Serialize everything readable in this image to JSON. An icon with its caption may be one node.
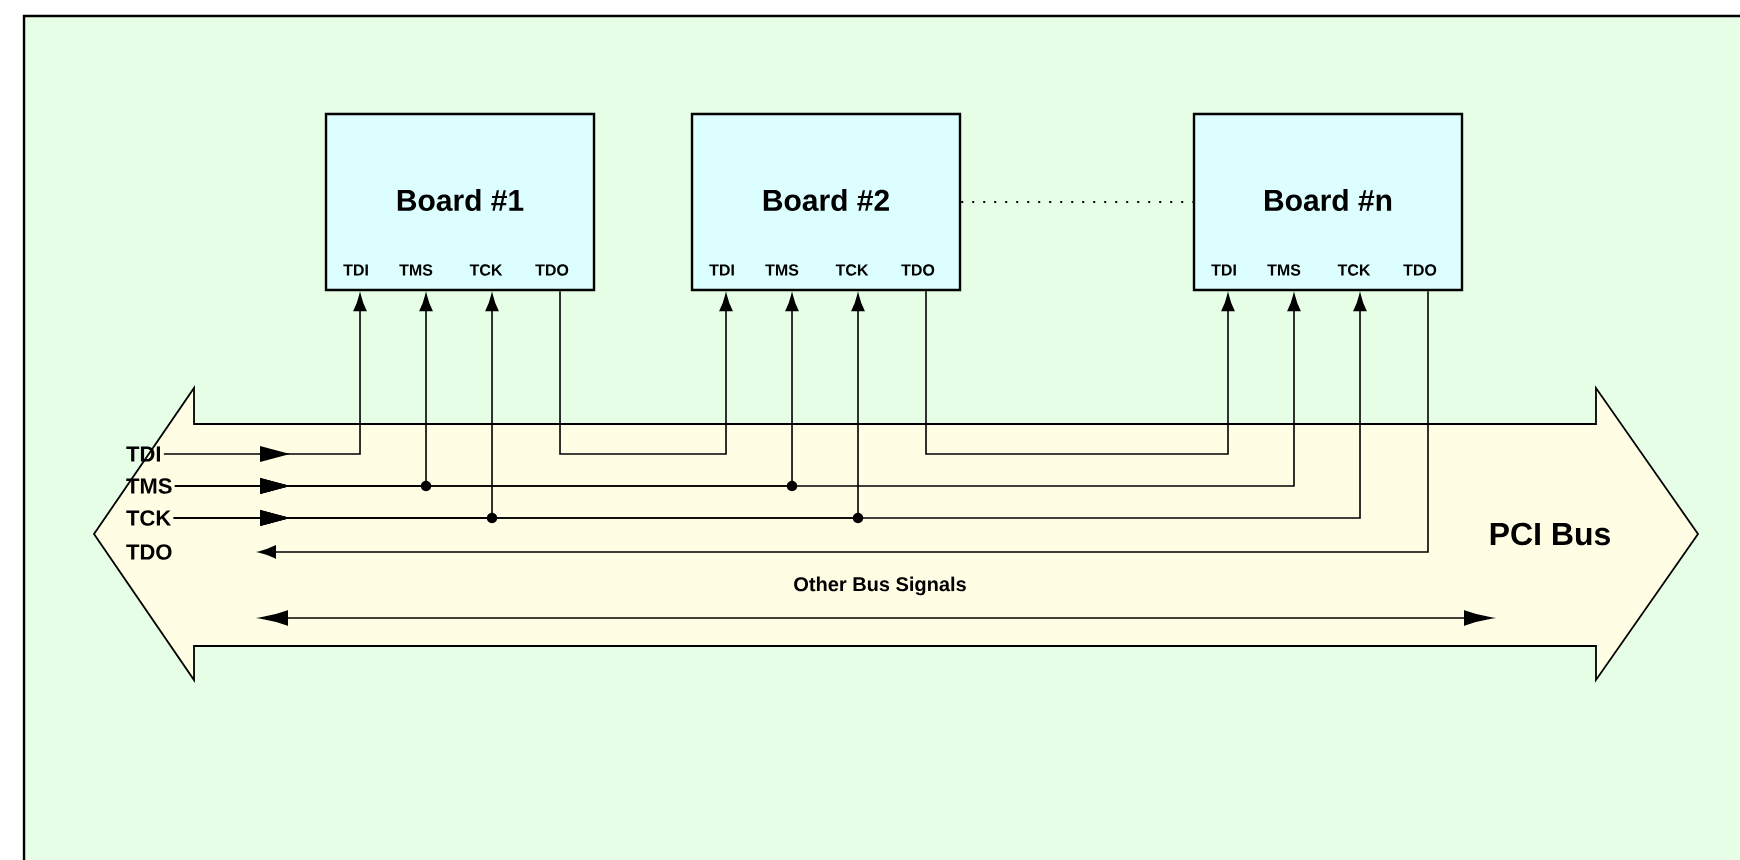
{
  "diagram": {
    "nodes": [
      {
        "text": [
          "Board #1",
          "TDI",
          "TMS",
          "TCK",
          "TDO"
        ]
      },
      {
        "text": [
          "Board #2",
          "TDI",
          "TMS",
          "TCK",
          "TDO"
        ]
      },
      {
        "text": [
          "Board #n",
          "TDI",
          "TMS",
          "TCK",
          "TDO"
        ]
      },
      {
        "text": [
          "PCI Bus",
          "Other Bus Signals"
        ]
      },
      {
        "text": [
          "TDI"
        ],
        "in": 3
      },
      {
        "text": [
          "TMS"
        ],
        "in": 3
      },
      {
        "text": [
          "TCK"
        ],
        "in": 3
      },
      {
        "text": [
          "TDO"
        ],
        "in": 3
      }
    ],
    "edges": [
      {
        "from": 4,
        "to": 0,
        "arrow": "to"
      },
      {
        "from": 0,
        "to": 1,
        "arrow": "to"
      },
      {
        "from": 1,
        "to": 2,
        "arrow": "to"
      },
      {
        "from": 2,
        "to": 7,
        "arrow": "to"
      },
      {
        "from": 5,
        "to": 0,
        "arrow": "to"
      },
      {
        "from": 5,
        "to": 1,
        "arrow": "to"
      },
      {
        "from": 5,
        "to": 2,
        "arrow": "to"
      },
      {
        "from": 6,
        "to": 0,
        "arrow": "to"
      },
      {
        "from": 6,
        "to": 1,
        "arrow": "to"
      },
      {
        "from": 6,
        "to": 2,
        "arrow": "to"
      },
      {
        "from": 1,
        "to": 2,
        "arrow": "none",
        "style": "dashed"
      }
    ]
  }
}
